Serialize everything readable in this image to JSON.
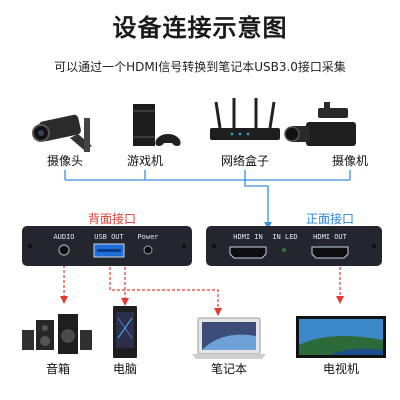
{
  "title": "设备连接示意图",
  "subtitle": "可以通过一个HDMI信号转换到笔记本USB3.0接口采集",
  "sources": [
    {
      "label": "摄像头",
      "icon": "security-camera-icon"
    },
    {
      "label": "游戏机",
      "icon": "game-console-icon"
    },
    {
      "label": "网络盒子",
      "icon": "network-box-icon"
    },
    {
      "label": "摄像机",
      "icon": "video-camcorder-icon"
    }
  ],
  "back_panel": {
    "title": "背面接口",
    "ports": [
      "AUDIO",
      "USB OUT",
      "Power"
    ]
  },
  "front_panel": {
    "title": "正面接口",
    "ports": [
      "HDMI IN",
      "IN LED",
      "HDMI OUT"
    ]
  },
  "outputs": [
    {
      "label": "音箱",
      "icon": "speakers-icon"
    },
    {
      "label": "电脑",
      "icon": "desktop-pc-icon"
    },
    {
      "label": "笔记本",
      "icon": "laptop-icon"
    },
    {
      "label": "电视机",
      "icon": "television-icon"
    }
  ],
  "colors": {
    "red_line": "#e23a32",
    "blue_line": "#3a8fdc",
    "device_body": "#23272d",
    "usb_blue": "#1e6fd8"
  }
}
